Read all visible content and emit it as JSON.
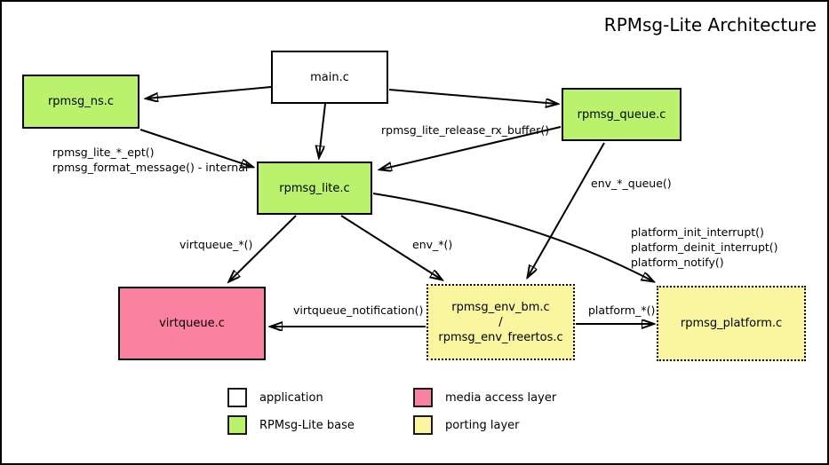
{
  "title": "RPMsg-Lite Architecture",
  "colors": {
    "application": "#ffffff",
    "rpmsg_lite_base": "#bbf26d",
    "media_access_layer": "#fa82a0",
    "porting_layer": "#faf6a0",
    "line": "#000000"
  },
  "nodes": {
    "main": "main.c",
    "rpmsg_ns": "rpmsg_ns.c",
    "rpmsg_queue": "rpmsg_queue.c",
    "rpmsg_lite": "rpmsg_lite.c",
    "virtqueue": "virtqueue.c",
    "rpmsg_env_line1": "rpmsg_env_bm.c",
    "rpmsg_env_line2": "/",
    "rpmsg_env_line3": "rpmsg_env_freertos.c",
    "rpmsg_platform": "rpmsg_platform.c"
  },
  "edge_labels": {
    "ept_line1": "rpmsg_lite_*_ept()",
    "ept_line2": "rpmsg_format_message() - internal",
    "release_rx_buffer": "rpmsg_lite_release_rx_buffer()",
    "env_queue": "env_*_queue()",
    "virtqueue_fns": "virtqueue_*()",
    "env_fns": "env_*()",
    "platform_init": "platform_init_interrupt()",
    "platform_deinit": "platform_deinit_interrupt()",
    "platform_notify": "platform_notify()",
    "virtqueue_notification": "virtqueue_notification()",
    "platform_fns": "platform_*()"
  },
  "legend": {
    "application": "application",
    "rpmsg_lite_base": "RPMsg-Lite base",
    "media_access_layer": "media access layer",
    "porting_layer": "porting layer"
  }
}
